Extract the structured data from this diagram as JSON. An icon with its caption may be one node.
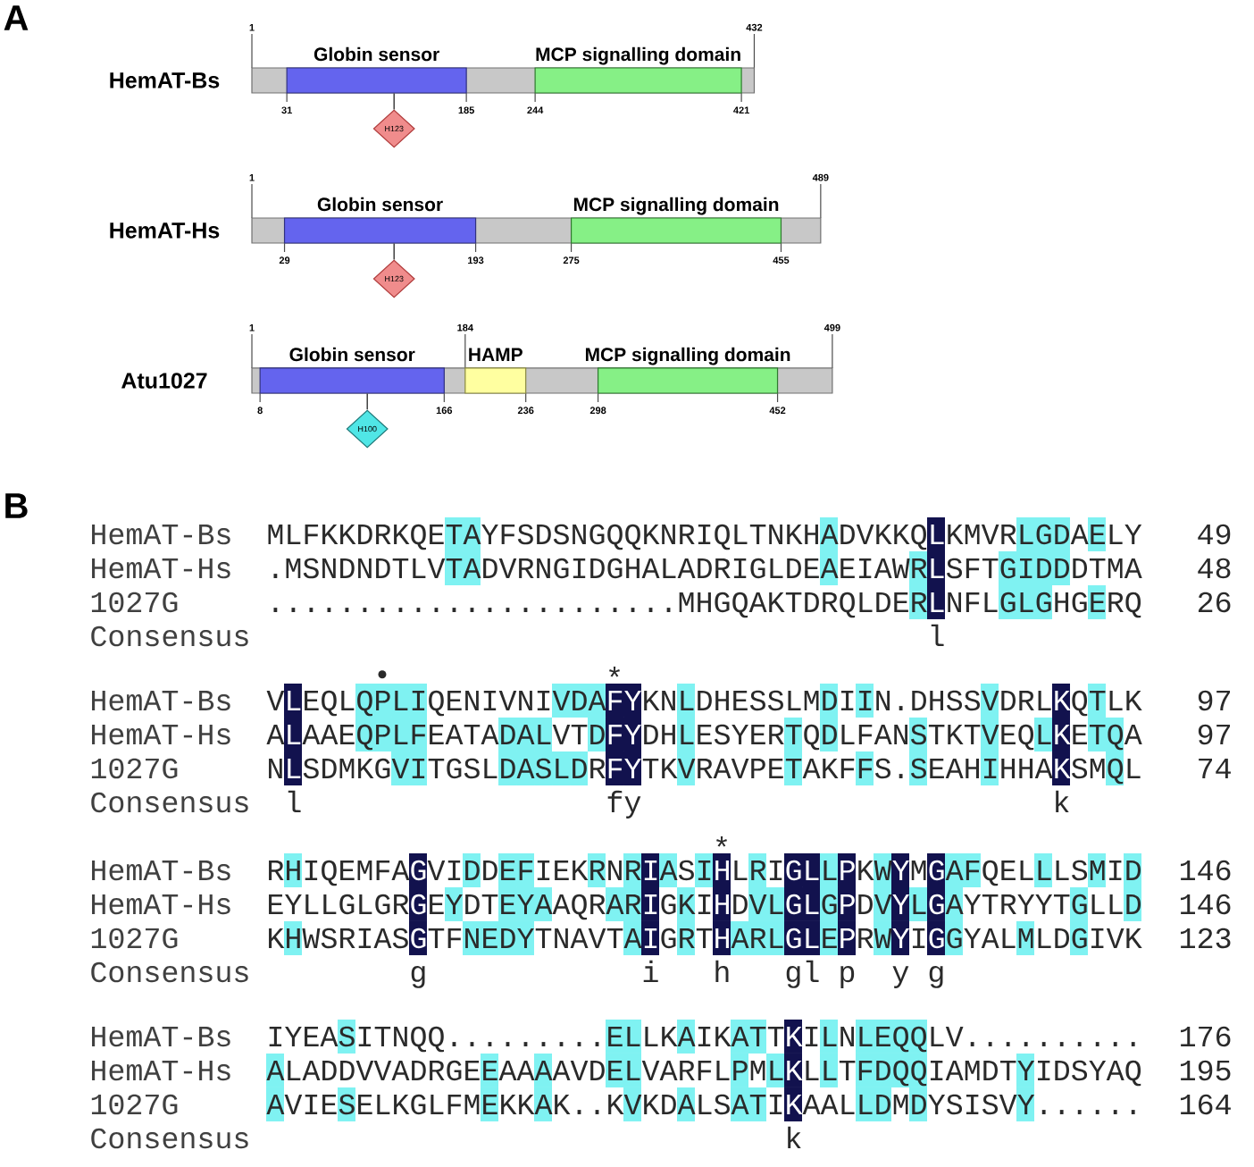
{
  "diagram": {
    "nodes": [
      {
        "text": [],
        "shape": "bar",
        "beside": [
          "HemAT-Bs"
        ]
      },
      {
        "text": [
          "Globin sensor"
        ],
        "in": 0
      },
      {
        "text": [
          "MCP signalling domain"
        ],
        "in": 0
      },
      {
        "text": [
          "H123"
        ]
      },
      {
        "text": [],
        "shape": "bar",
        "beside": [
          "HemAT-Hs"
        ]
      },
      {
        "text": [
          "Globin sensor"
        ],
        "in": 4
      },
      {
        "text": [
          "MCP signalling domain"
        ],
        "in": 4
      },
      {
        "text": [
          "H123"
        ]
      },
      {
        "text": [],
        "shape": "bar",
        "beside": [
          "Atu1027"
        ]
      },
      {
        "text": [
          "Globin sensor"
        ],
        "in": 8
      },
      {
        "text": [
          "HAMP"
        ],
        "in": 8
      },
      {
        "text": [
          "MCP signalling domain"
        ],
        "in": 8
      },
      {
        "text": [
          "H100"
        ]
      }
    ],
    "edges": [
      {
        "from": 1,
        "to": 3,
        "arrow": "none"
      },
      {
        "from": 5,
        "to": 7,
        "arrow": "none"
      },
      {
        "from": 9,
        "to": 12,
        "arrow": "none"
      }
    ],
    "labels": [
      "A",
      "1",
      "432",
      "31",
      "185",
      "244",
      "421",
      "1",
      "489",
      "29",
      "193",
      "275",
      "455",
      "1",
      "184",
      "499",
      "8",
      "166",
      "236",
      "298",
      "452",
      "B",
      "HemAT-Bs",
      "MLFKKDRKQETAYFSDSNGQQKNRIQLTNKHADVKKQLKMVRLGDAELY",
      "49",
      "HemAT-Hs",
      ".MSNDNDTLVTADVRNGIDGHALADRIGLDEAEIAWRLSFTGIDDDTMA",
      "48",
      "1027G",
      ".......................MHGQAKTDRQLDERLNFLGLGHGERQ",
      "26",
      "Consensus",
      "l",
      "•",
      "*",
      "HemAT-Bs",
      "VLEQLQPLIQENIVNIVDAFYKNLDHESSLMDIIN.DHSSVDRLKQTLK",
      "97",
      "HemAT-Hs",
      "ALAAEQPLFEATADALVTDFYDHLESYERTQDLFANSTKTVEQLKETQA",
      "97",
      "1027G",
      "NLSDMKGVITGSLDASLDRFYTKVRAVPETAKFFS.SEAHIHHAKSMQL",
      "74",
      "Consensus",
      "l",
      "fy",
      "k",
      "*",
      "HemAT-Bs",
      "RHIQEMFAGVIDDEFIEKRNRIASIHLRIGLLPKWYMGAFQELLLSMID",
      "146",
      "HemAT-Hs",
      "EYLLGLGRGEYDTEYAAQRARIGKIHDVLGLGPDVYLGAYTRYYTGLLD",
      "146",
      "1027G",
      "KHWSRIASGTFNEDYTNAVTAIGRTHARLGLEPRWYIGGYALMLDGIVK",
      "123",
      "Consensus",
      "g",
      "i",
      "h",
      "gl",
      "p",
      "y",
      "g",
      "HemAT-Bs",
      "IYEASITNQQ.........ELLKAIKATTKILNLEQQLV..........",
      "176",
      "HemAT-Hs",
      "ALADDVVADRGEEAAAAVDELVARFLPMLKLLTFDQQIAMDTYIDSYAQ",
      "195",
      "1027G",
      "AVIESELKGLFMEKKAK..KVKDALSATIKAALLDMDYSISVY......",
      "164",
      "Consensus",
      "k"
    ]
  }
}
